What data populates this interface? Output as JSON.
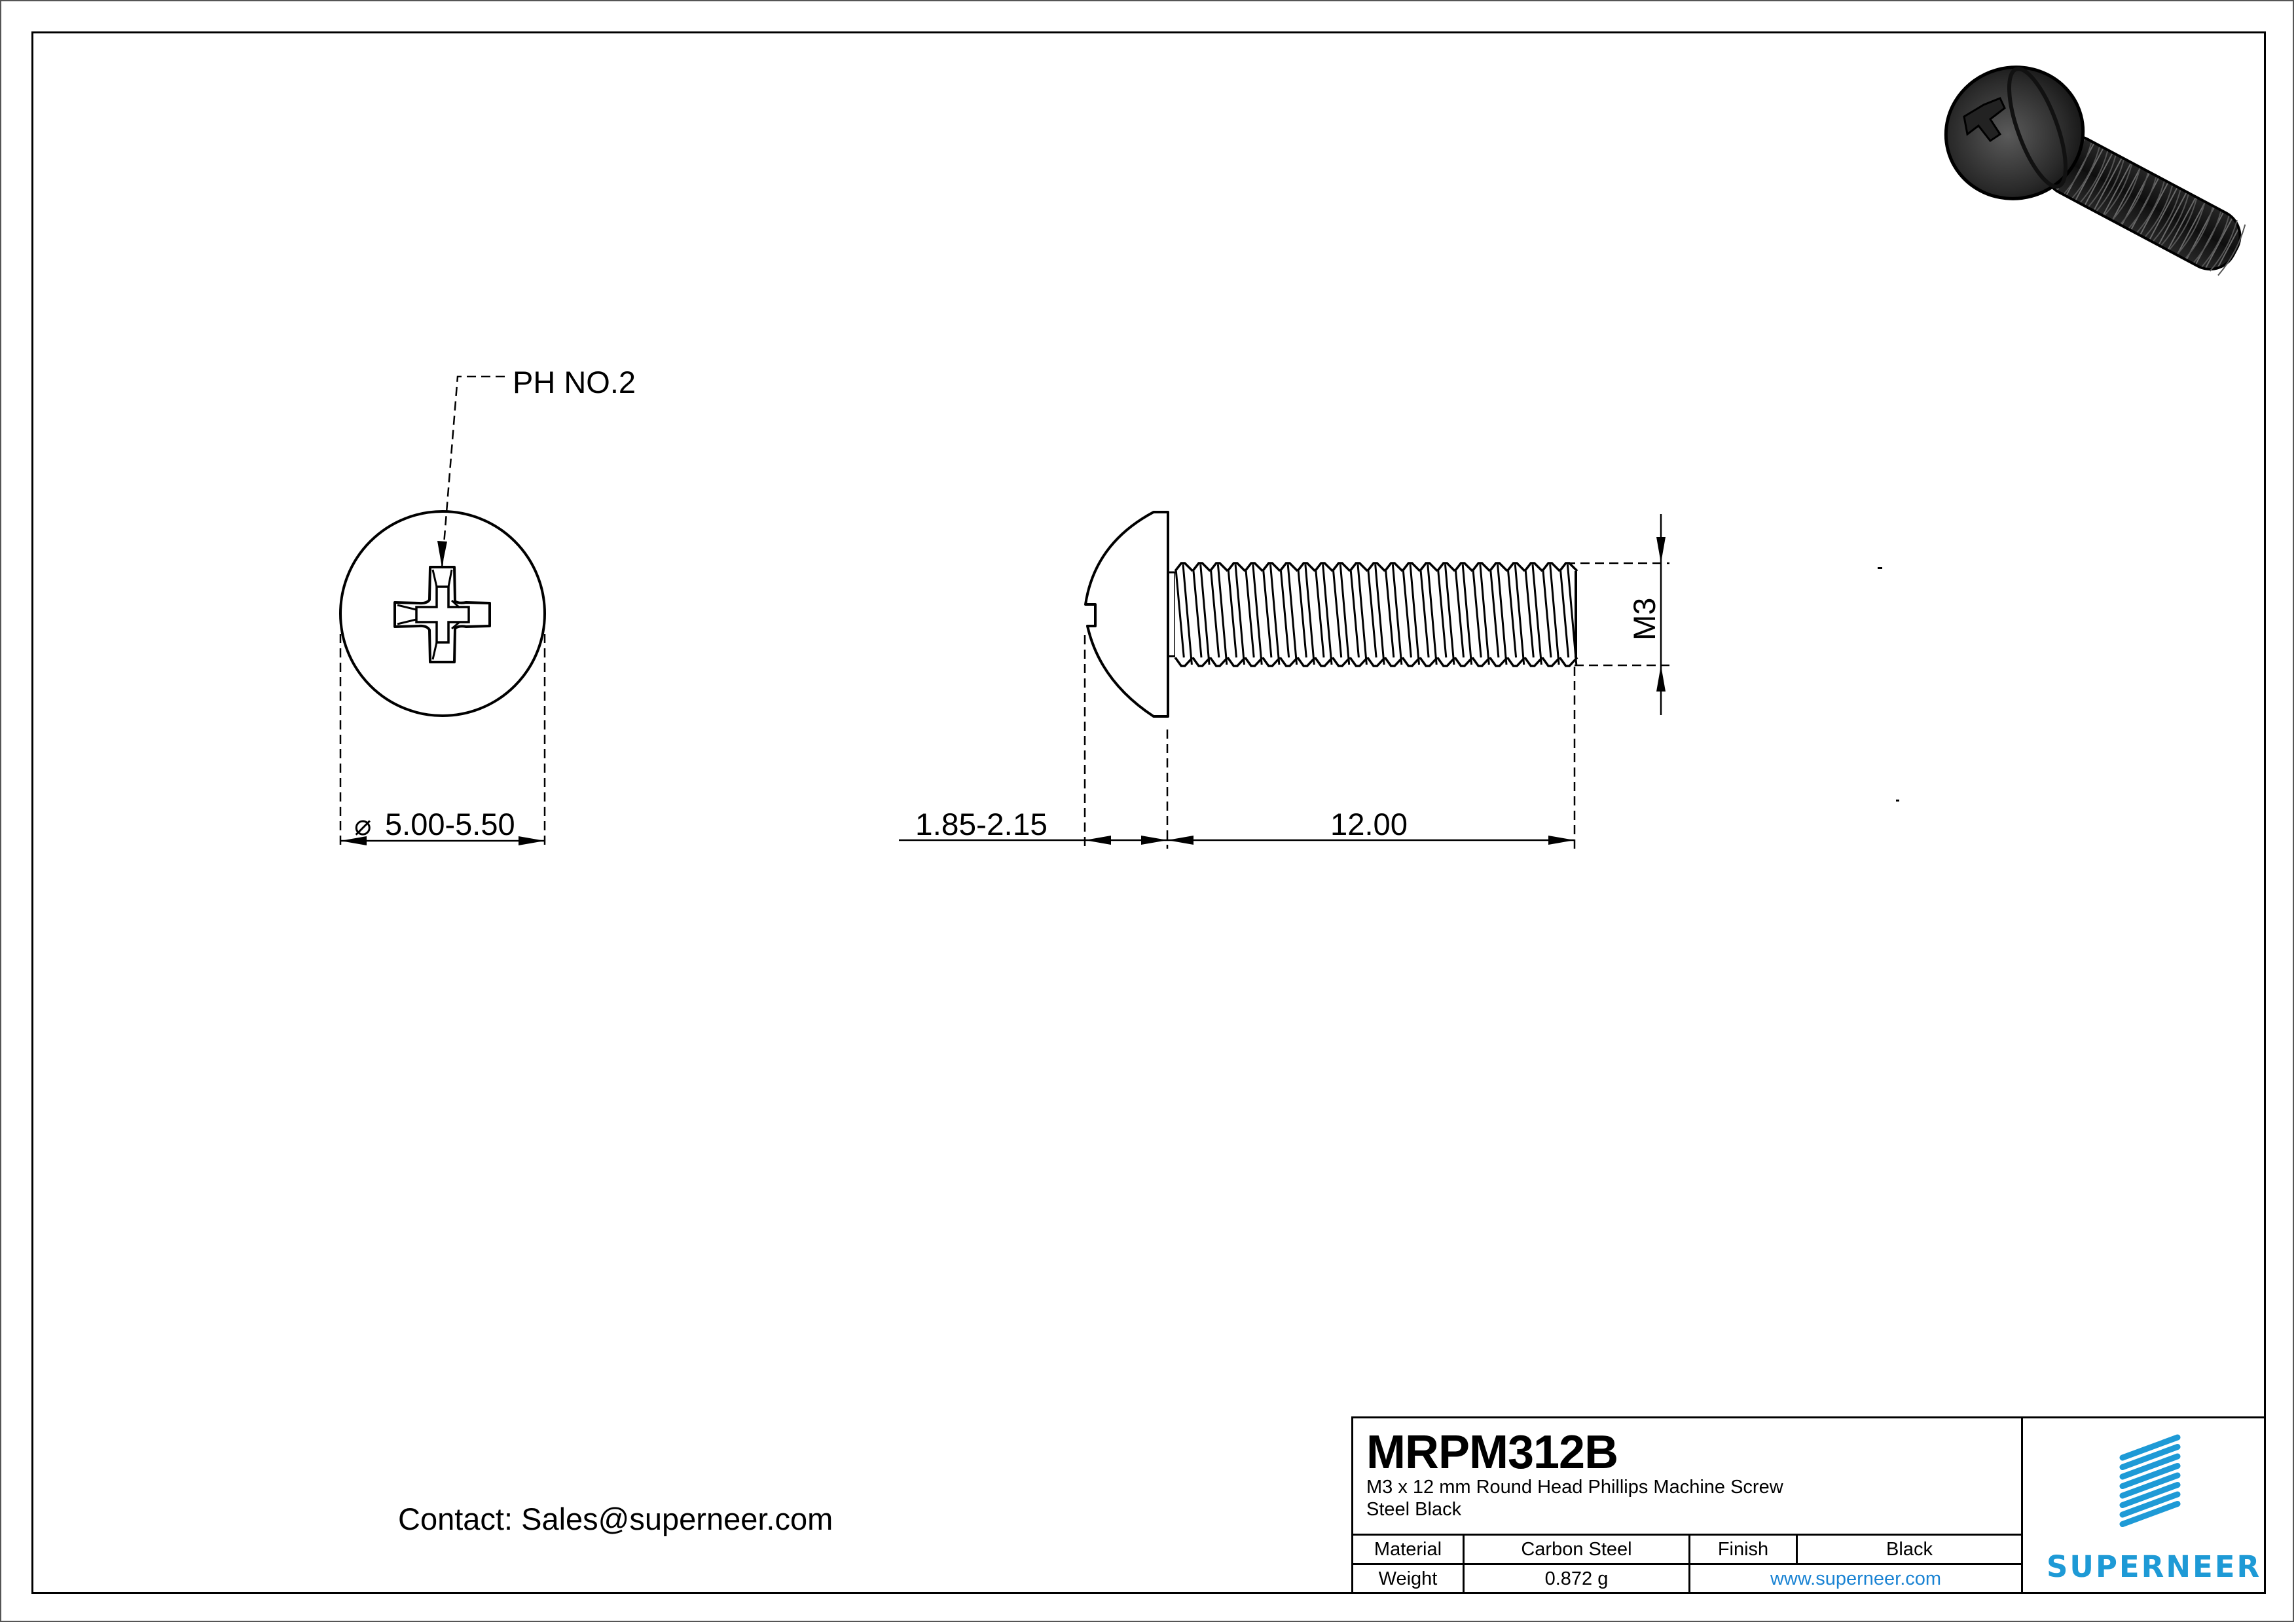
{
  "drawing": {
    "head_view": {
      "drive_label": "PH NO.2",
      "diameter_symbol": "⌀",
      "diameter_value": "5.00-5.50"
    },
    "side_view": {
      "head_height_value": "1.85-2.15",
      "length_value": "12.00",
      "thread_value": "M3"
    }
  },
  "contact": {
    "text": "Contact: Sales@superneer.com"
  },
  "title_block": {
    "part_number": "MRPM312B",
    "description_line1": "M3 x 12 mm Round Head Phillips Machine Screw",
    "description_line2": "Steel Black",
    "material_label": "Material",
    "material_value": "Carbon Steel",
    "finish_label": "Finish",
    "finish_value": "Black",
    "weight_label": "Weight",
    "weight_value": "0.872 g",
    "website": "www.superneer.com",
    "logo_text": "SUPERNEER"
  },
  "colors": {
    "brand_blue": "#1e9ad6",
    "link_blue": "#1a83d3",
    "line": "#000000",
    "screw_render": "#2b2b2b"
  }
}
